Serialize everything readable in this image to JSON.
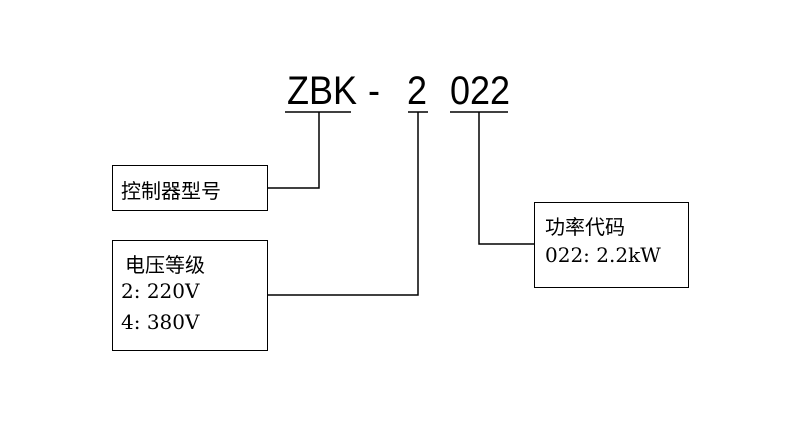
{
  "model_code": {
    "prefix": "ZBK",
    "separator": "-",
    "voltage_code": "2",
    "power_code": "022"
  },
  "boxes": {
    "controller_type": {
      "title": "控制器型号"
    },
    "voltage_level": {
      "title": "电压等级",
      "options": [
        "2: 220V",
        "4: 380V"
      ]
    },
    "power_code": {
      "title": "功率代码",
      "options": [
        "022: 2.2kW"
      ]
    }
  }
}
